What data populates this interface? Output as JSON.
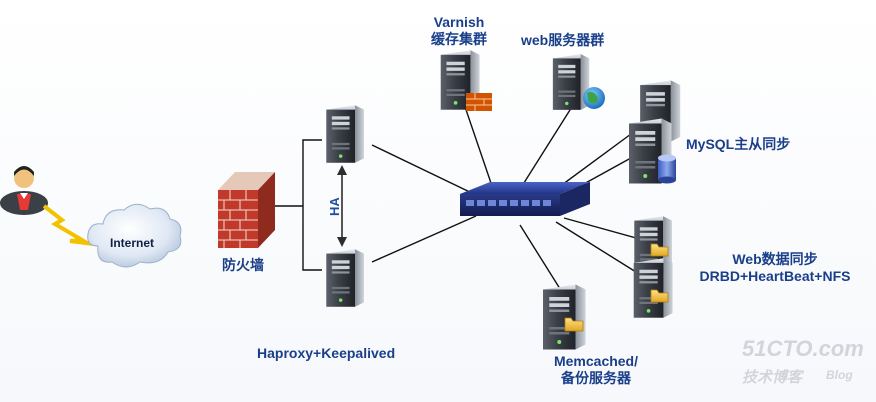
{
  "labels": {
    "varnish_line1": "Varnish",
    "varnish_line2": "缓存集群",
    "web_cluster": "web服务器群",
    "mysql": "MySQL主从同步",
    "web_sync_line1": "Web数据同步",
    "web_sync_line2": "DRBD+HeartBeat+NFS",
    "memcached_line1": "Memcached/",
    "memcached_line2": "备份服务器",
    "haproxy": "Haproxy+Keepalived",
    "ha": "HA",
    "firewall": "防火墙",
    "internet": "Internet"
  },
  "watermark": {
    "site": "51CTO.com",
    "sub": "技术博客",
    "blog": "Blog"
  },
  "colors": {
    "label_text": "#1a3f8a",
    "server_body": "#3a3d44",
    "switch_body": "#1f2f7a",
    "firewall_brick": "#c0392b",
    "cloud": "#d9e4f2",
    "link_line": "#111111",
    "lightning": "#f2c200"
  },
  "icons": [
    "user-icon",
    "lightning-icon",
    "cloud-icon",
    "firewall-icon",
    "server-icon",
    "switch-icon",
    "globe-icon",
    "database-icon",
    "folder-icon"
  ]
}
